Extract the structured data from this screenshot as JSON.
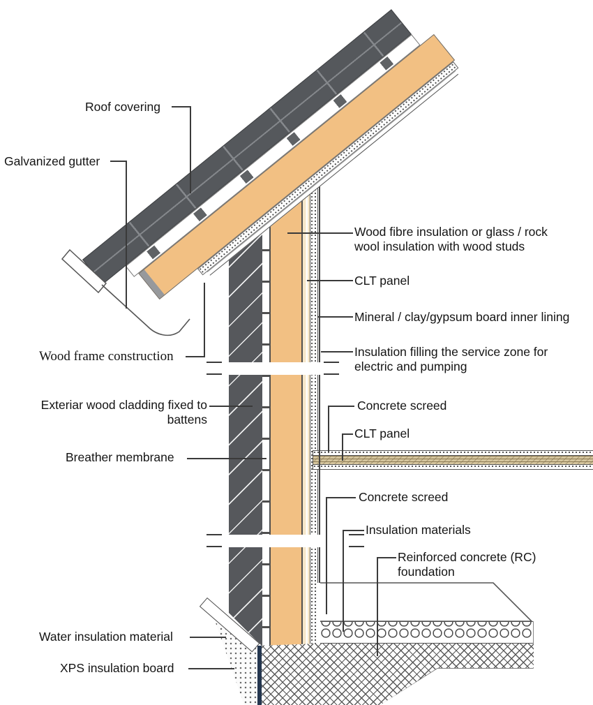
{
  "diagram": {
    "type": "construction-detail-section",
    "labels": {
      "roof_covering": "Roof covering",
      "galvanized_gutter": "Galvanized gutter",
      "wood_fibre_1": "Wood fibre insulation or glass / rock",
      "wood_fibre_2": "wool insulation with wood studs",
      "clt_panel_wall": "CLT panel",
      "inner_lining": "Mineral / clay/gypsum board inner lining",
      "service_zone_1": "Insulation filling the service zone for",
      "service_zone_2": "electric and pumping",
      "wood_frame": "Wood frame construction",
      "exterior_cladding_1": "Exteriar wood cladding fixed to",
      "exterior_cladding_2": "battens",
      "breather_membrane": "Breather membrane",
      "concrete_screed_mid": "Concrete screed",
      "clt_panel_floor": "CLT panel",
      "concrete_screed_low": "Concrete screed",
      "insulation_materials": "Insulation materials",
      "rc_foundation_1": "Reinforced concrete (RC)",
      "rc_foundation_2": "foundation",
      "water_insulation": "Water insulation material",
      "xps_board": "XPS insulation board"
    },
    "colors": {
      "wood_tan": "#F2C083",
      "roof_tile_gray": "#55585C",
      "cladding_gray": "#56585C",
      "clt_light": "#F6E7C9",
      "slab_tan": "#D6C69E",
      "water_barrier_blue": "#24364F",
      "line": "#3A3A3A",
      "background": "#FFFFFF"
    }
  }
}
